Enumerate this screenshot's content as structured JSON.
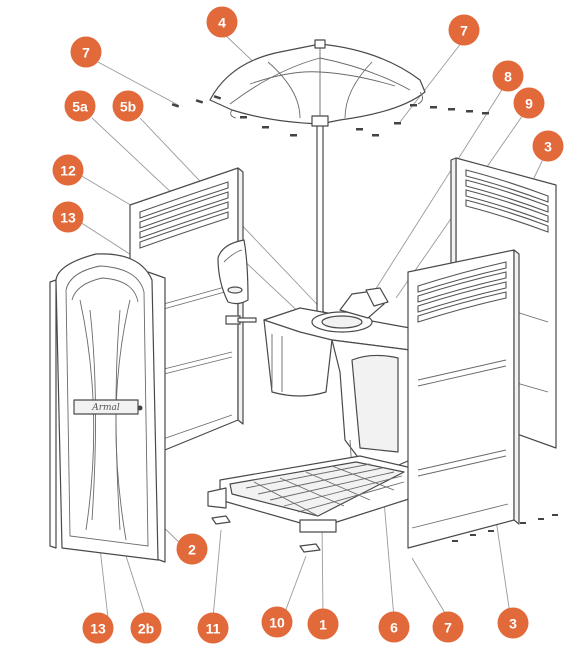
{
  "colors": {
    "callout": "#e2693a",
    "callout_text": "#ffffff",
    "line": "#4a4a4a"
  },
  "door_logo": "Armal",
  "callouts": [
    {
      "id": "c-4",
      "label": "4"
    },
    {
      "id": "c-7a",
      "label": "7"
    },
    {
      "id": "c-7b",
      "label": "7"
    },
    {
      "id": "c-5a",
      "label": "5a"
    },
    {
      "id": "c-5b",
      "label": "5b"
    },
    {
      "id": "c-8",
      "label": "8"
    },
    {
      "id": "c-9",
      "label": "9"
    },
    {
      "id": "c-3a",
      "label": "3"
    },
    {
      "id": "c-12",
      "label": "12"
    },
    {
      "id": "c-13a",
      "label": "13"
    },
    {
      "id": "c-2",
      "label": "2"
    },
    {
      "id": "c-13b",
      "label": "13"
    },
    {
      "id": "c-2b",
      "label": "2b"
    },
    {
      "id": "c-11",
      "label": "11"
    },
    {
      "id": "c-10",
      "label": "10"
    },
    {
      "id": "c-1",
      "label": "1"
    },
    {
      "id": "c-6",
      "label": "6"
    },
    {
      "id": "c-7c",
      "label": "7"
    },
    {
      "id": "c-3b",
      "label": "3"
    }
  ]
}
